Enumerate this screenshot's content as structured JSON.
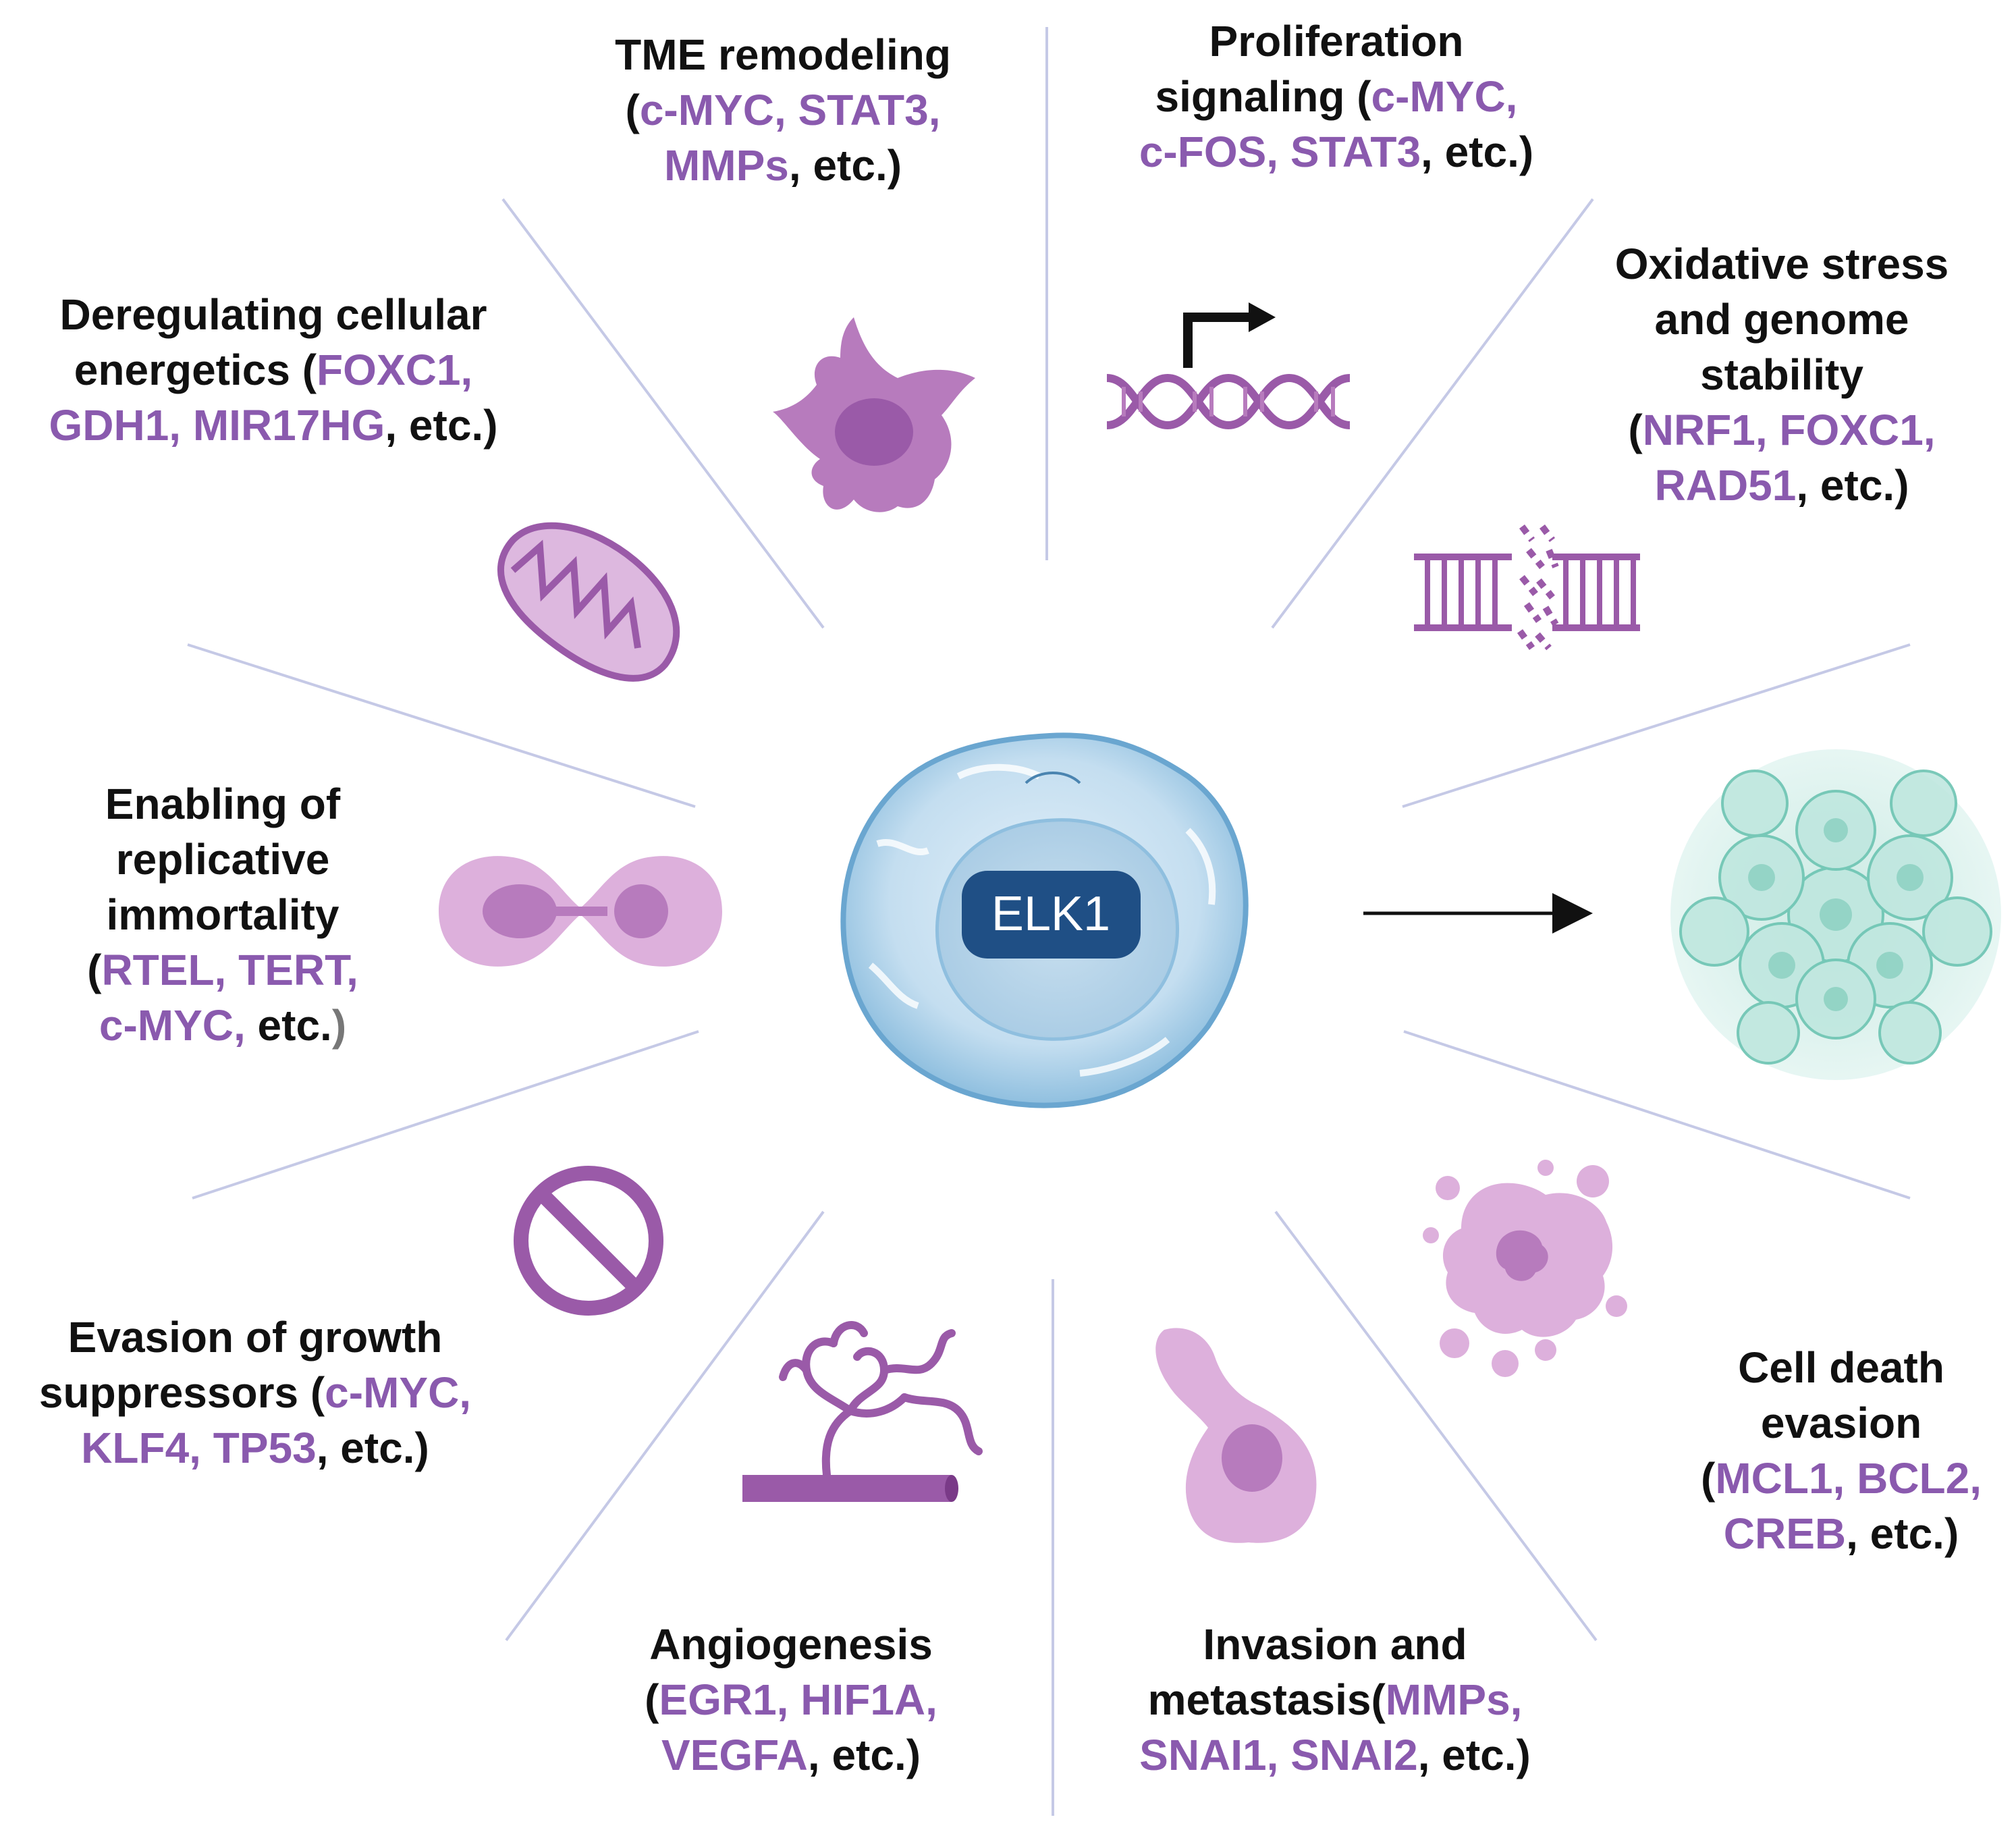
{
  "colors": {
    "gene": "#8a5aae",
    "text": "#111111",
    "divider": "#c5c9e6",
    "icon": "#9a5aa8",
    "icon_light": "#d8b3dc",
    "cell_blue": "#bcd9ee",
    "badge": "#1f4f85"
  },
  "center": {
    "badge_text": "ELK1",
    "icon": "cancer-cell-icon"
  },
  "hallmarks": [
    {
      "id": "tme-remodeling",
      "icon": "immune-cell-icon",
      "lines": [
        [
          {
            "t": "TME remodeling",
            "c": "plain"
          }
        ],
        [
          {
            "t": "(",
            "c": "plain"
          },
          {
            "t": "c-MYC, STAT3,",
            "c": "gene"
          }
        ],
        [
          {
            "t": "MMPs",
            "c": "gene"
          },
          {
            "t": ", etc.)",
            "c": "plain"
          }
        ]
      ]
    },
    {
      "id": "proliferation-signaling",
      "icon": "dna-transcription-icon",
      "lines": [
        [
          {
            "t": "Proliferation",
            "c": "plain"
          }
        ],
        [
          {
            "t": "signaling (",
            "c": "plain"
          },
          {
            "t": "c-MYC,",
            "c": "gene"
          }
        ],
        [
          {
            "t": "c-FOS, STAT3",
            "c": "gene"
          },
          {
            "t": ", etc.)",
            "c": "plain"
          }
        ]
      ]
    },
    {
      "id": "oxidative-stress",
      "icon": "broken-dna-icon",
      "lines": [
        [
          {
            "t": "Oxidative stress",
            "c": "plain"
          }
        ],
        [
          {
            "t": "and genome",
            "c": "plain"
          }
        ],
        [
          {
            "t": "stability",
            "c": "plain"
          }
        ],
        [
          {
            "t": "(",
            "c": "plain"
          },
          {
            "t": "NRF1, FOXC1,",
            "c": "gene"
          }
        ],
        [
          {
            "t": "RAD51",
            "c": "gene"
          },
          {
            "t": ", etc.)",
            "c": "plain"
          }
        ]
      ]
    },
    {
      "id": "deregulating-energetics",
      "icon": "mitochondrion-icon",
      "lines": [
        [
          {
            "t": "Deregulating cellular",
            "c": "plain"
          }
        ],
        [
          {
            "t": "energetics (",
            "c": "plain"
          },
          {
            "t": "FOXC1,",
            "c": "gene"
          }
        ],
        [
          {
            "t": "GDH1, MIR17HG",
            "c": "gene"
          },
          {
            "t": ", etc.)",
            "c": "plain"
          }
        ]
      ]
    },
    {
      "id": "replicative-immortality",
      "icon": "dividing-cell-icon",
      "lines": [
        [
          {
            "t": "Enabling of",
            "c": "plain"
          }
        ],
        [
          {
            "t": "replicative",
            "c": "plain"
          }
        ],
        [
          {
            "t": "immortality",
            "c": "plain"
          }
        ],
        [
          {
            "t": "(",
            "c": "plain"
          },
          {
            "t": "RTEL, TERT,",
            "c": "gene"
          }
        ],
        [
          {
            "t": "c-MYC,",
            "c": "gene"
          },
          {
            "t": " etc.",
            "c": "plain"
          },
          {
            "t": ")",
            "c": "gray"
          }
        ]
      ]
    },
    {
      "id": "growth-suppressors",
      "icon": "prohibited-icon",
      "lines": [
        [
          {
            "t": "Evasion of growth",
            "c": "plain"
          }
        ],
        [
          {
            "t": "suppressors (",
            "c": "plain"
          },
          {
            "t": "c-MYC,",
            "c": "gene"
          }
        ],
        [
          {
            "t": "KLF4, TP53",
            "c": "gene"
          },
          {
            "t": ", etc.)",
            "c": "plain"
          }
        ]
      ]
    },
    {
      "id": "angiogenesis",
      "icon": "blood-vessel-icon",
      "lines": [
        [
          {
            "t": "Angiogenesis",
            "c": "plain"
          }
        ],
        [
          {
            "t": "(",
            "c": "plain"
          },
          {
            "t": "EGR1, HIF1A,",
            "c": "gene"
          }
        ],
        [
          {
            "t": "VEGFA",
            "c": "gene"
          },
          {
            "t": ", etc.)",
            "c": "plain"
          }
        ]
      ]
    },
    {
      "id": "invasion-metastasis",
      "icon": "migrating-cell-icon",
      "lines": [
        [
          {
            "t": "Invasion and",
            "c": "plain"
          }
        ],
        [
          {
            "t": "metastasis(",
            "c": "plain"
          },
          {
            "t": "MMPs,",
            "c": "gene"
          }
        ],
        [
          {
            "t": "SNAI1, SNAI2",
            "c": "gene"
          },
          {
            "t": ", etc.)",
            "c": "plain"
          }
        ]
      ]
    },
    {
      "id": "cell-death-evasion",
      "icon": "apoptotic-cell-icon",
      "lines": [
        [
          {
            "t": "Cell death",
            "c": "plain"
          }
        ],
        [
          {
            "t": "evasion",
            "c": "plain"
          }
        ],
        [
          {
            "t": "(",
            "c": "plain"
          },
          {
            "t": "MCL1, BCL2,",
            "c": "gene"
          }
        ],
        [
          {
            "t": "CREB",
            "c": "gene"
          },
          {
            "t": ", etc.)",
            "c": "plain"
          }
        ]
      ]
    }
  ],
  "outcome": {
    "icon": "tumor-mass-icon",
    "arrow": "right-arrow-icon"
  }
}
